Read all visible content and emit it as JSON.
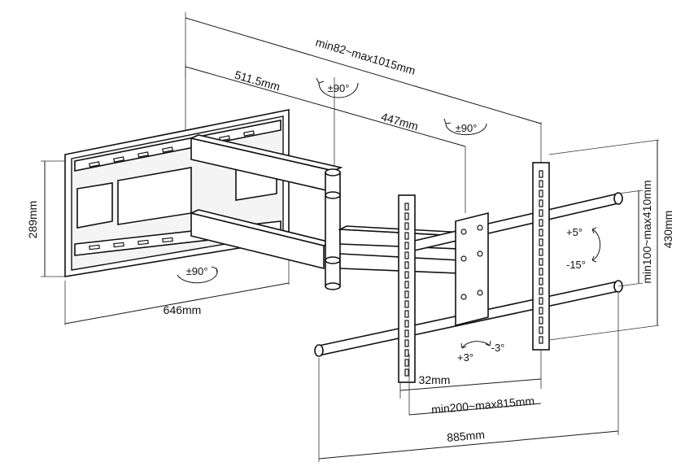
{
  "dimensions": {
    "total_extension": "min82~max1015mm",
    "arm_outer": "511.5mm",
    "arm_inner": "447mm",
    "wall_plate_height": "289mm",
    "wall_plate_width": "646mm",
    "hole_offset": "32mm",
    "vesa_horizontal": "min200~max815mm",
    "rail_width": "885mm",
    "vesa_vertical": "min100~max410mm",
    "bracket_height": "430mm"
  },
  "rotations": {
    "swivel_upper": "±90°",
    "swivel_middle": "±90°",
    "swivel_lower": "±90°",
    "tilt_up": "+5°",
    "tilt_down": "-15°",
    "level_plus": "+3°",
    "level_minus": "-3°"
  }
}
